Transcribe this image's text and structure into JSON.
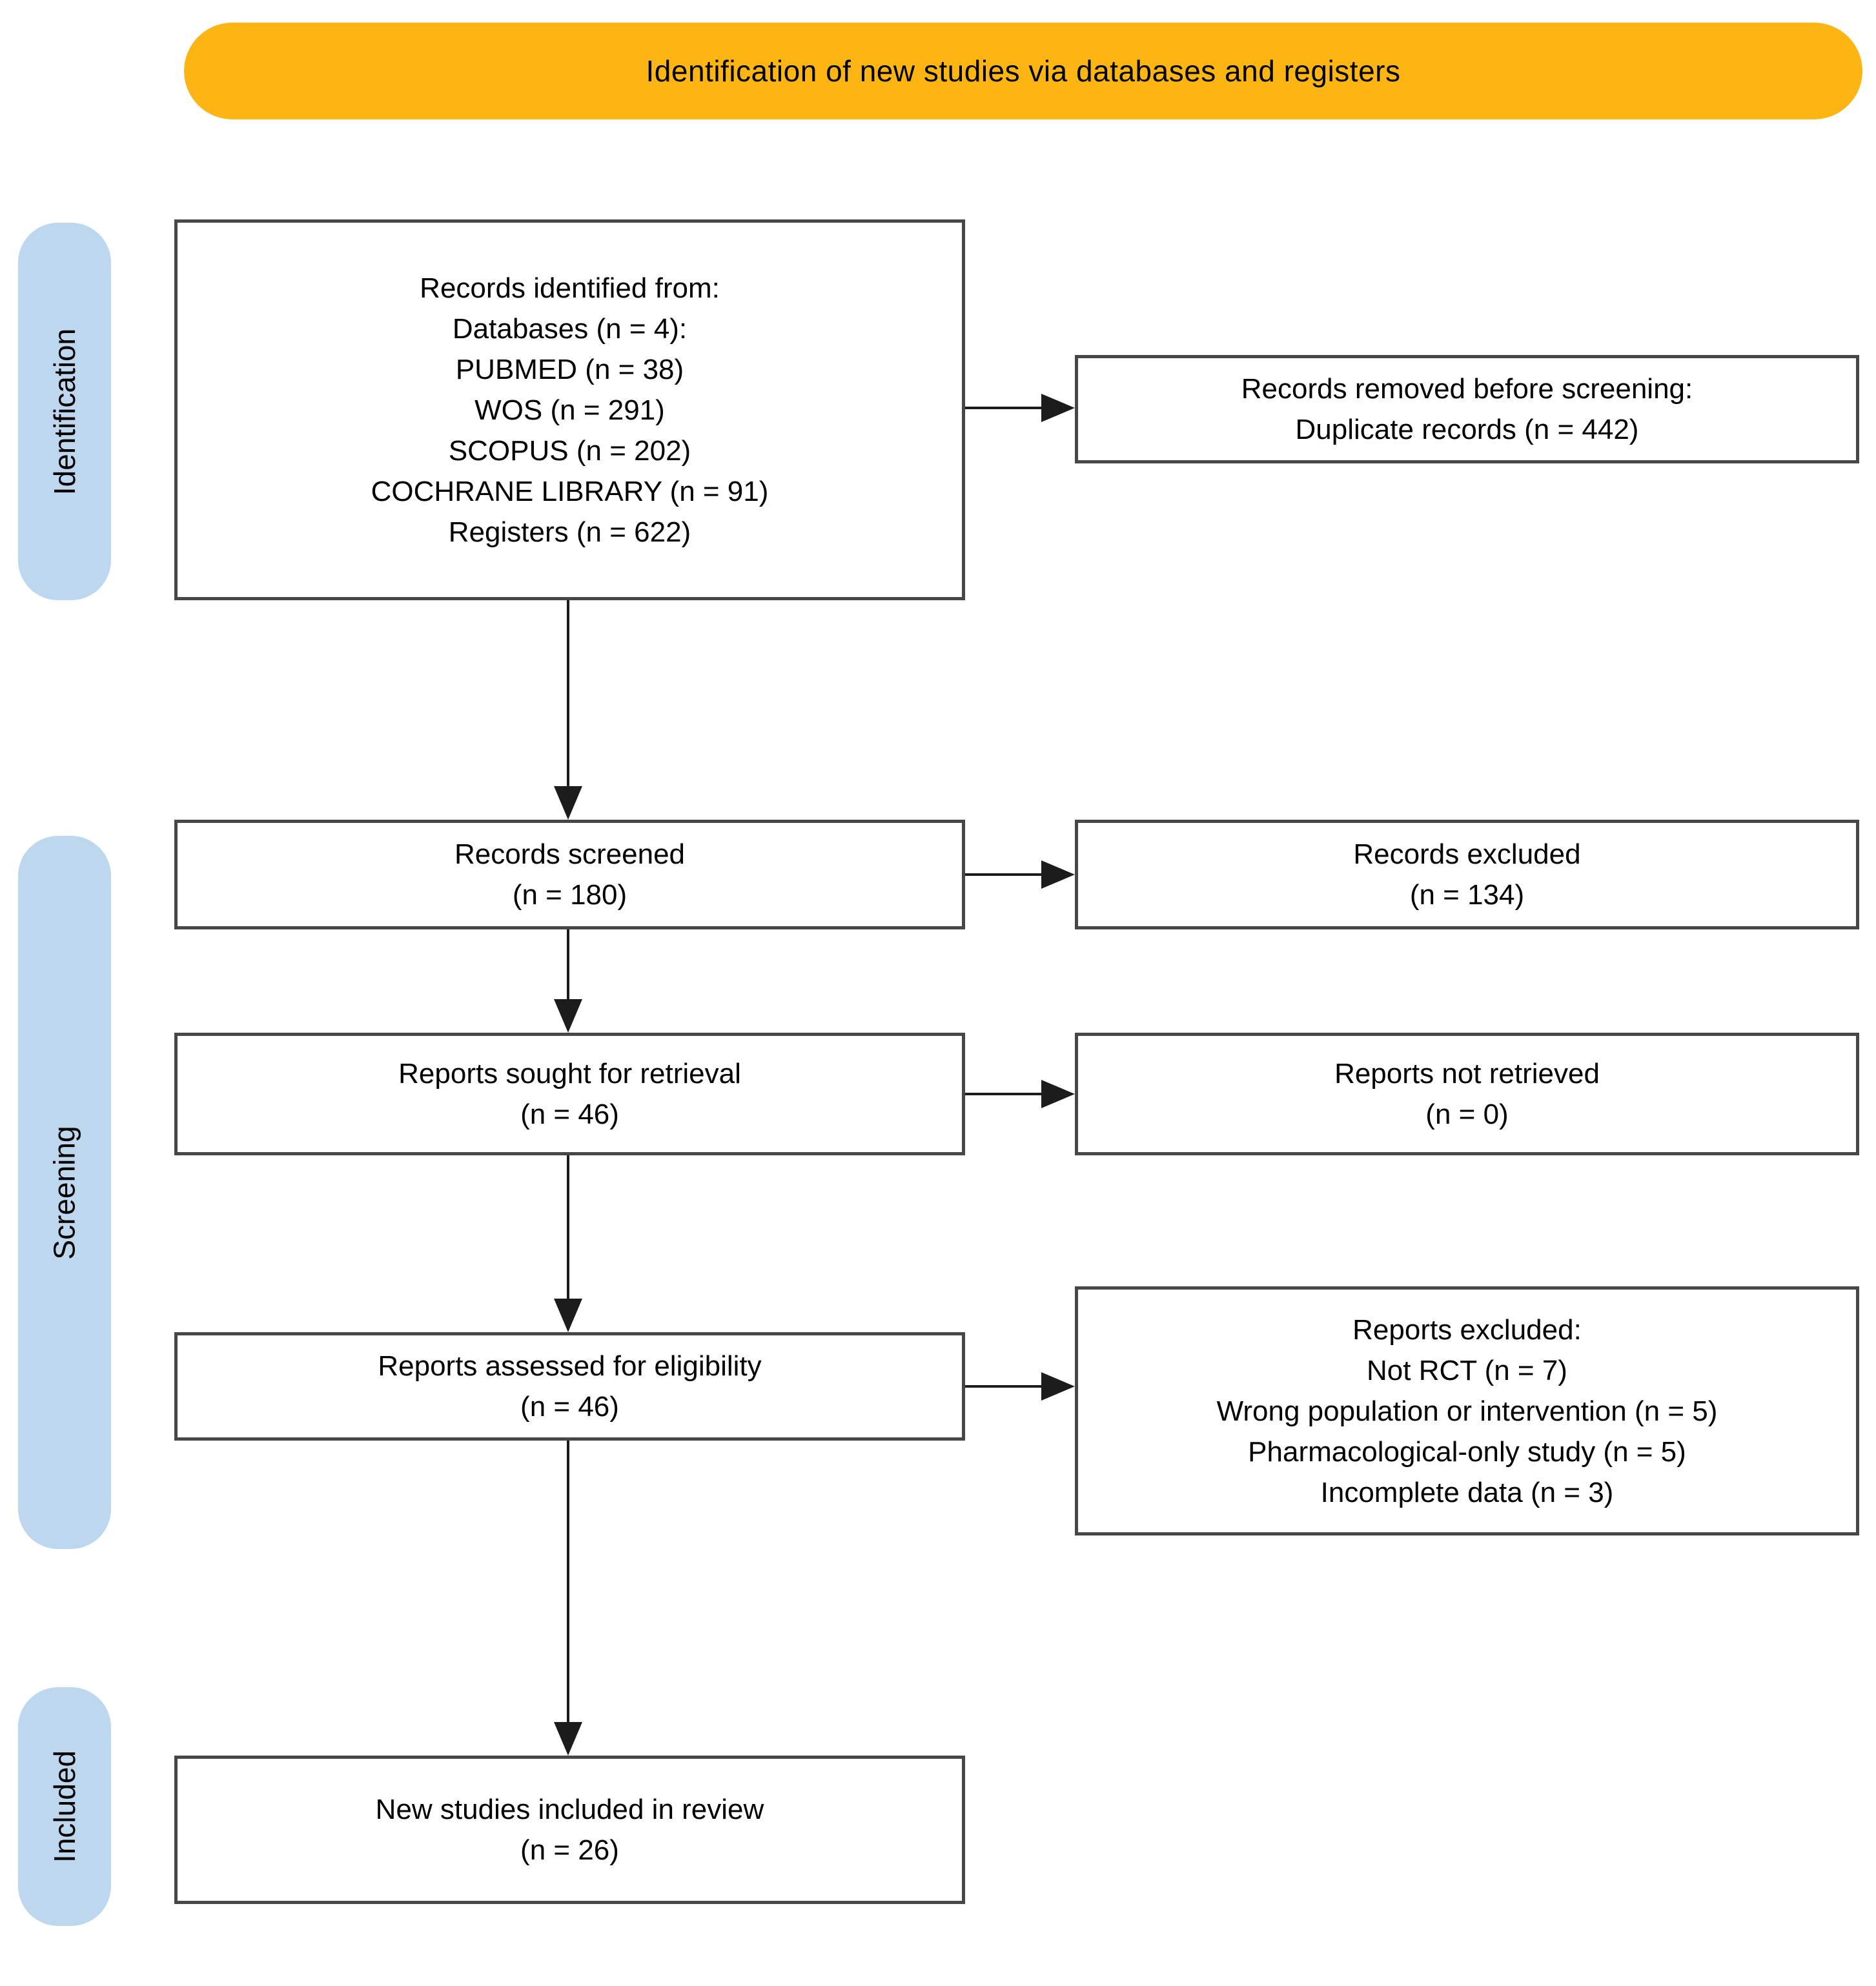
{
  "banner": {
    "label": "Identification of new studies via databases and registers"
  },
  "sidebar": {
    "identification": {
      "label": "Identification"
    },
    "screening": {
      "label": "Screening"
    },
    "included": {
      "label": "Included"
    }
  },
  "boxes": {
    "records_identified": {
      "text": "Records identified from:\nDatabases (n = 4):\nPUBMED (n = 38)\nWOS (n = 291)\nSCOPUS (n = 202)\nCOCHRANE LIBRARY (n = 91)\nRegisters (n = 622)"
    },
    "records_removed": {
      "text": "Records removed before screening:\nDuplicate records (n = 442)"
    },
    "records_screened": {
      "text": "Records screened\n(n = 180)"
    },
    "records_excluded": {
      "text": "Records excluded\n(n = 134)"
    },
    "reports_sought": {
      "text": "Reports sought for retrieval\n(n = 46)"
    },
    "reports_not_retrieved": {
      "text": "Reports not retrieved\n(n = 0)"
    },
    "reports_assessed": {
      "text": "Reports assessed for eligibility\n(n = 46)"
    },
    "reports_excluded": {
      "text": "Reports excluded:\nNot RCT (n = 7)\nWrong population or intervention (n = 5)\nPharmacological-only study (n = 5)\nIncomplete data (n = 3)"
    },
    "new_studies_included": {
      "text": "New studies included in review\n(n = 26)"
    }
  },
  "counts": {
    "databases": 4,
    "pubmed": 38,
    "wos": 291,
    "scopus": 202,
    "cochrane_library": 91,
    "registers": 622,
    "duplicates_removed": 442,
    "records_screened": 180,
    "records_excluded": 134,
    "reports_sought": 46,
    "reports_not_retrieved": 0,
    "reports_assessed": 46,
    "excluded_not_rct": 7,
    "excluded_wrong_population_or_intervention": 5,
    "excluded_pharmacological_only": 5,
    "excluded_incomplete_data": 3,
    "new_studies_included": 26
  },
  "colors": {
    "banner_bg": "#FCB513",
    "stage_pill_bg": "#BDD7EE",
    "box_border": "#474747",
    "arrow": "#1C1C1C",
    "text": "#000000",
    "background": "#FFFFFF"
  }
}
